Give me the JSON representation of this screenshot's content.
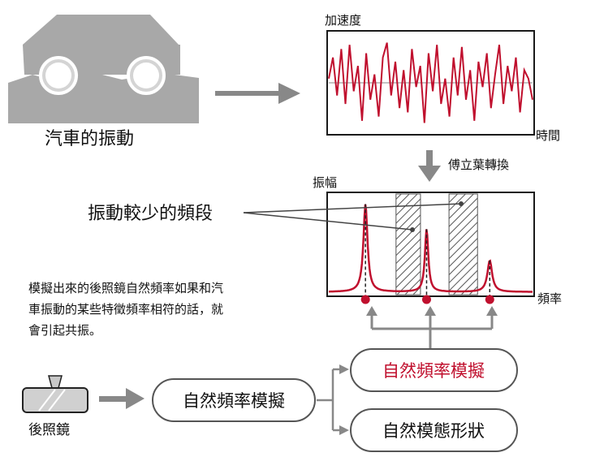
{
  "car_caption": "汽車的振動",
  "accel_title": "加速度",
  "time_label": "時間",
  "fourier_label": "傅立葉轉換",
  "amp_title": "振幅",
  "freq_label": "頻率",
  "low_vibration_label": "振動較少的頻段",
  "description": [
    "模擬出來的後照鏡自然頻率如果和汽",
    "車振動的某些特徵頻率相符的話，就",
    "會引起共振。"
  ],
  "mirror_caption": "後照鏡",
  "natural_freq_sim": "自然頻率模擬",
  "right_sim_label": "自然頻率模擬",
  "mode_shape_label": "自然模態形狀",
  "colors": {
    "accent_red": "#c0102e",
    "gray_shape": "#a8a8a8",
    "arrow_gray": "#777777",
    "frame": "#1a1a1a"
  },
  "chart_data": [
    {
      "type": "line",
      "title": "加速度",
      "xlabel": "時間",
      "ylabel": "",
      "series": [
        {
          "values": [
            0.1,
            0.6,
            -0.3,
            0.8,
            -0.5,
            0.9,
            -0.2,
            0.4,
            -0.9,
            0.7,
            -0.4,
            0.2,
            -0.8,
            0.6,
            0.95,
            -0.3,
            0.5,
            -0.6,
            0.3,
            -0.7,
            0.8,
            -0.1,
            0.4,
            -0.95,
            0.7,
            -0.2,
            0.9,
            -0.5,
            0.1,
            -0.8,
            0.6,
            -0.3,
            0.85,
            -0.4,
            0.3,
            -0.9,
            0.5,
            -0.1,
            0.7,
            -0.6,
            0.2,
            0.9,
            -0.5,
            0.4,
            -0.2,
            0.6,
            -0.7,
            0.3,
            0.1,
            -0.4
          ]
        }
      ]
    },
    {
      "type": "line",
      "title": "振幅",
      "xlabel": "頻率",
      "ylabel": "",
      "peaks": [
        {
          "freq": 0.18,
          "amplitude": 0.95
        },
        {
          "freq": 0.48,
          "amplitude": 0.68
        },
        {
          "freq": 0.79,
          "amplitude": 0.34
        }
      ],
      "low_vibration_bands": [
        [
          0.33,
          0.45
        ],
        [
          0.59,
          0.73
        ]
      ]
    }
  ]
}
